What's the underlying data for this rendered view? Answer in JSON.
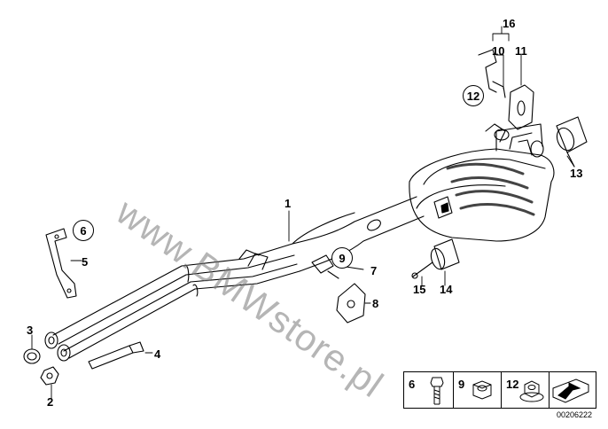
{
  "watermark": "www.BMWstore.pl",
  "document_id": "00206222",
  "part_labels": {
    "p1": "1",
    "p2": "2",
    "p3": "3",
    "p4": "4",
    "p5": "5",
    "p6": "6",
    "p7": "7",
    "p8": "8",
    "p9": "9",
    "p10": "10",
    "p11": "11",
    "p12": "12",
    "p13": "13",
    "p14": "14",
    "p15": "15",
    "p16": "16"
  },
  "legend": {
    "items": [
      "6",
      "9",
      "12"
    ]
  }
}
